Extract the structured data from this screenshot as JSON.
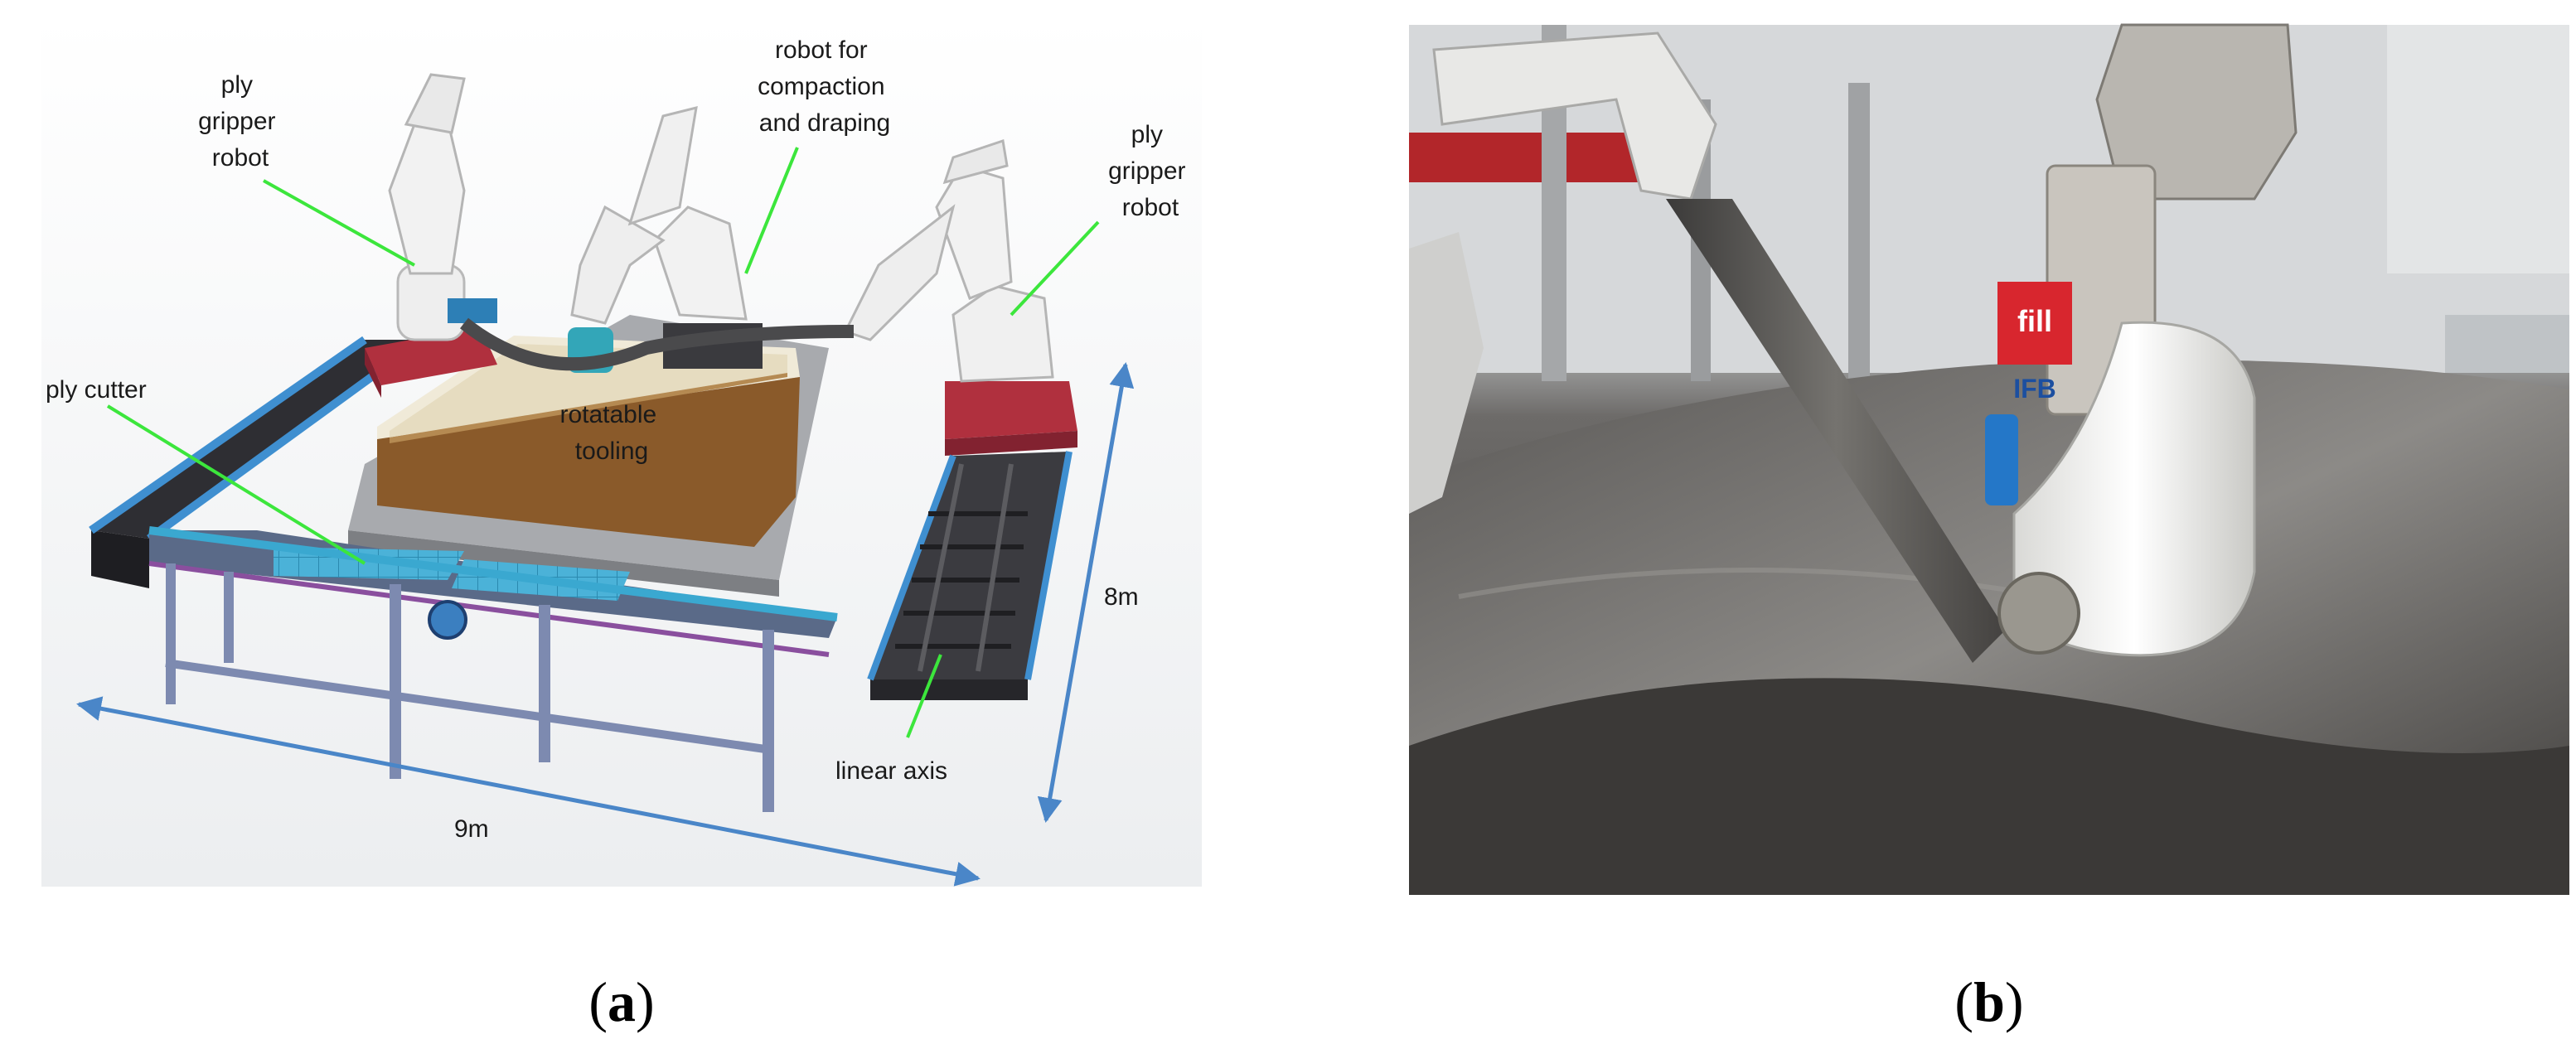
{
  "panel_a": {
    "labels": {
      "ply_gripper_robot_left": [
        "ply",
        "gripper",
        "robot"
      ],
      "robot_compaction": [
        "robot for",
        "compaction",
        "and draping"
      ],
      "ply_gripper_robot_right": [
        "ply",
        "gripper",
        "robot"
      ],
      "ply_cutter": "ply cutter",
      "rotatable_tooling": [
        "rotatable",
        "tooling"
      ],
      "linear_axis": "linear axis",
      "dim_9m": "9m",
      "dim_8m": "8m"
    },
    "caption": {
      "open": "(",
      "letter": "a",
      "close": ")"
    }
  },
  "panel_b": {
    "logo_fill": "fill",
    "logo_ifb": "IFB",
    "caption": {
      "open": "(",
      "letter": "b",
      "close": ")"
    }
  },
  "colors": {
    "leader_line": "#3ce63c",
    "dimension_line": "#4a86c8",
    "rail_blue": "#3f8fd0",
    "robot_white": "#eeeeee",
    "base_red": "#b0303e",
    "tooling_brown": "#8a5a2a",
    "cutter_teal": "#3aa8d0"
  }
}
